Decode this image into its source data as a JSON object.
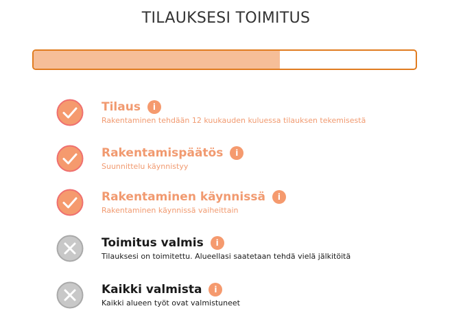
{
  "header": {
    "title": "TILAUKSESI TOIMITUS"
  },
  "progress": {
    "fraction": 0.645,
    "fill_color": "#f6be98",
    "border_color": "#e07b1f"
  },
  "colors": {
    "done_accent": "#f19a70",
    "done_circle": "#f59a6e",
    "done_circle_border": "#ef6f6f",
    "pending_circle": "#c8c8c8",
    "pending_circle_border": "#a9a9a9",
    "info_icon": "#f59a6e"
  },
  "steps": [
    {
      "title": "Tilaus",
      "description": "Rakentaminen tehdään 12 kuukauden kuluessa tilauksen tekemisestä",
      "status": "done",
      "icon": "check-icon",
      "info_label": "i"
    },
    {
      "title": "Rakentamispäätös",
      "description": "Suunnittelu käynnistyy",
      "status": "done",
      "icon": "check-icon",
      "info_label": "i"
    },
    {
      "title": "Rakentaminen käynnissä",
      "description": "Rakentaminen käynnissä vaiheittain",
      "status": "done",
      "icon": "check-icon",
      "info_label": "i"
    },
    {
      "title": "Toimitus valmis",
      "description": "Tilauksesi on toimitettu. Alueellasi saatetaan tehdä vielä jälkitöitä",
      "status": "pending",
      "icon": "cross-icon",
      "info_label": "i"
    },
    {
      "title": "Kaikki valmista",
      "description": "Kaikki alueen työt ovat valmistuneet",
      "status": "pending",
      "icon": "cross-icon",
      "info_label": "i"
    }
  ]
}
